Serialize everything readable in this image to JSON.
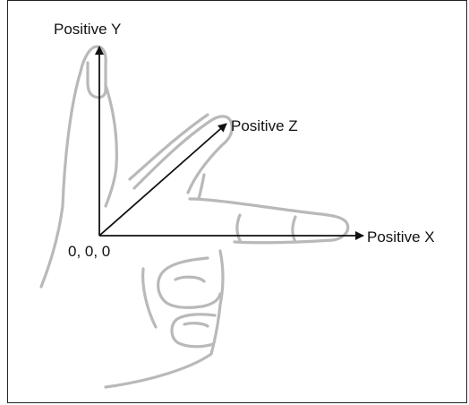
{
  "labels": {
    "positive_y": "Positive Y",
    "positive_z": "Positive Z",
    "positive_x": "Positive X",
    "origin": "0, 0, 0"
  },
  "colors": {
    "hand_outline": "#b9b9b9",
    "axis": "#111111",
    "frame": "#222222"
  }
}
